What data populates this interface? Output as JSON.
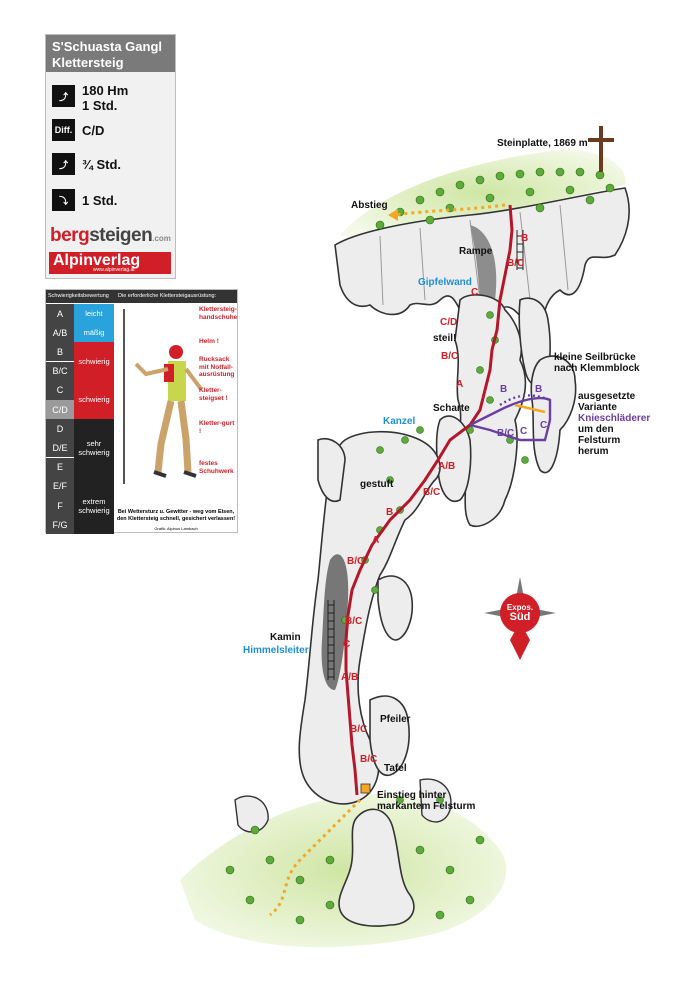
{
  "info": {
    "title_line1": "S'Schuasta Gangl",
    "title_line2": "Klettersteig",
    "height_gain": "180 Hm",
    "climb_time": "1 Std.",
    "diff_icon": "Diff.",
    "difficulty": "C/D",
    "approach_time": "¾ Std.",
    "descent_time": "1 Std.",
    "icons": [
      "climber-icon",
      "difficulty-icon",
      "hiker-approach-icon",
      "hiker-descent-icon"
    ]
  },
  "logos": {
    "bergsteigen_a": "berg",
    "bergsteigen_b": "steigen",
    "bergsteigen_c": ".com",
    "alpinverlag": "Alpinverlag",
    "alpinverlag_url": "www.alpinverlag.at"
  },
  "legend": {
    "header_left": "Schwierigkeitsbewertung",
    "header_right": "Die erforderliche Klettersteigausrüstung:",
    "grades": [
      "A",
      "A/B",
      "B",
      "B/C",
      "C",
      "C/D",
      "D",
      "D/E",
      "E",
      "E/F",
      "F",
      "F/G"
    ],
    "levels": [
      {
        "label": "leicht",
        "color": "#2aa3dc"
      },
      {
        "label": "mäßig",
        "color": "#2aa3dc"
      },
      {
        "label": "schwierig",
        "color": "#d01f27"
      },
      {
        "label": "schwierig",
        "color": "#d01f27"
      },
      {
        "label": "sehr schwierig",
        "color": "#222222"
      },
      {
        "label": "extrem schwierig",
        "color": "#222222"
      }
    ],
    "equipment": [
      "Klettersteig-handschuhe",
      "Helm !",
      "Rucksack mit Notfall-ausrüstung",
      "Kletter-steigset !",
      "Kletter-gurt !",
      "festes Schuhwerk"
    ],
    "warning": "Bei Wettersturz u. Gewitter - weg vom Eisen, den Klettersteig schnell, gesichert verlassen!",
    "credit": "Grafik: Alpinus Lambach"
  },
  "topo": {
    "summit": "Steinplatte, 1869 m",
    "descent": "Abstieg",
    "ramp": "Rampe",
    "summit_wall": "Gipfelwand",
    "steep": "steil!",
    "bridge": "kleine Seilbrücke nach Klemmblock",
    "variant_a": "ausgesetzte Variante",
    "variant_b": "Knieschläderer",
    "variant_c": "um den Felsturm herum",
    "notch": "Scharte",
    "pulpit": "Kanzel",
    "stepped": "gestuft",
    "chimney": "Kamin",
    "sky_ladder": "Himmelsleiter",
    "pillar": "Pfeiler",
    "table": "Tafel",
    "entry": "Einstieg hinter markantem Felsturm",
    "exposure_a": "Expos.",
    "exposure_b": "Süd",
    "route_grades": [
      "B",
      "B/C",
      "C",
      "C/D",
      "B/C",
      "A",
      "A/B",
      "B/C",
      "B",
      "A",
      "B/C",
      "B/C",
      "C",
      "A/B",
      "B/C",
      "B/C"
    ],
    "variant_grades": [
      "B",
      "B",
      "B/C",
      "C",
      "C"
    ]
  },
  "colors": {
    "route": "#b5172a",
    "variant": "#6a3fa0",
    "path": "#f5a623",
    "grass": "#c9e29a",
    "rock": "#ececec",
    "accent_red": "#d01f27",
    "accent_blue": "#1f8fd6"
  }
}
